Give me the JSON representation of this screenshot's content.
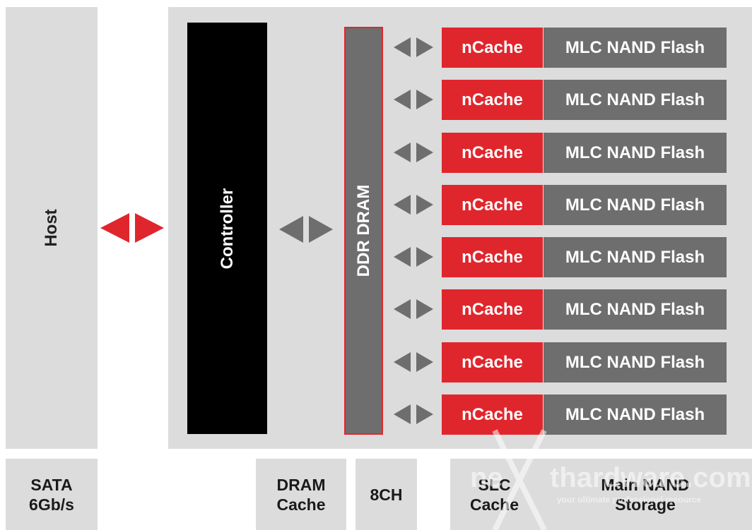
{
  "colors": {
    "red": "#e0262d",
    "gray_dark": "#6e6e6e",
    "gray_light": "#dcdcdc",
    "black": "#000000",
    "white": "#ffffff"
  },
  "diagram": {
    "host": "Host",
    "controller": "Controller",
    "dram": "DDR DRAM",
    "ncache_label": "nCache",
    "nand_label": "MLC NAND Flash",
    "channel_count_shown": 8
  },
  "footer": {
    "sata_line1": "SATA",
    "sata_line2": "6Gb/s",
    "dram_line1": "DRAM",
    "dram_line2": "Cache",
    "channels": "8CH",
    "slc_line1": "SLC",
    "slc_line2": "Cache",
    "main_line1": "Main NAND",
    "main_line2": "Storage"
  },
  "watermark": {
    "text": "nexthardware.com",
    "tagline": "your ultimate professional resource"
  },
  "icons": {
    "bidirectional_arrow": "double-arrow-icon"
  }
}
